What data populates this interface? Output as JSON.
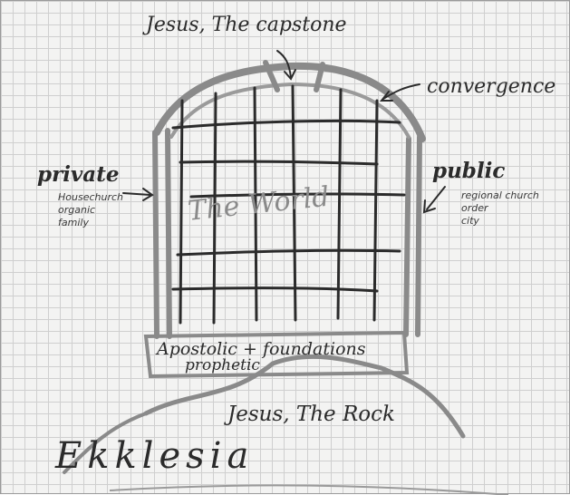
{
  "labels": {
    "capstone": "Jesus, The capstone",
    "convergence": "convergence",
    "private_title": "private",
    "private_lines": [
      "Housechurch",
      "organic",
      "family"
    ],
    "public_title": "public",
    "public_lines": [
      "regional church",
      "order",
      "city"
    ],
    "world": "The World",
    "foundation_line1": "Apostolic + foundations",
    "foundation_line2": "prophetic",
    "rock": "Jesus, The Rock",
    "ekklesia": "Ekklesia"
  },
  "colors": {
    "ink": "#2b2b2b",
    "pencil": "#8a8a8a",
    "paper": "#f3f3f2",
    "grid": "#cfcfcf"
  }
}
